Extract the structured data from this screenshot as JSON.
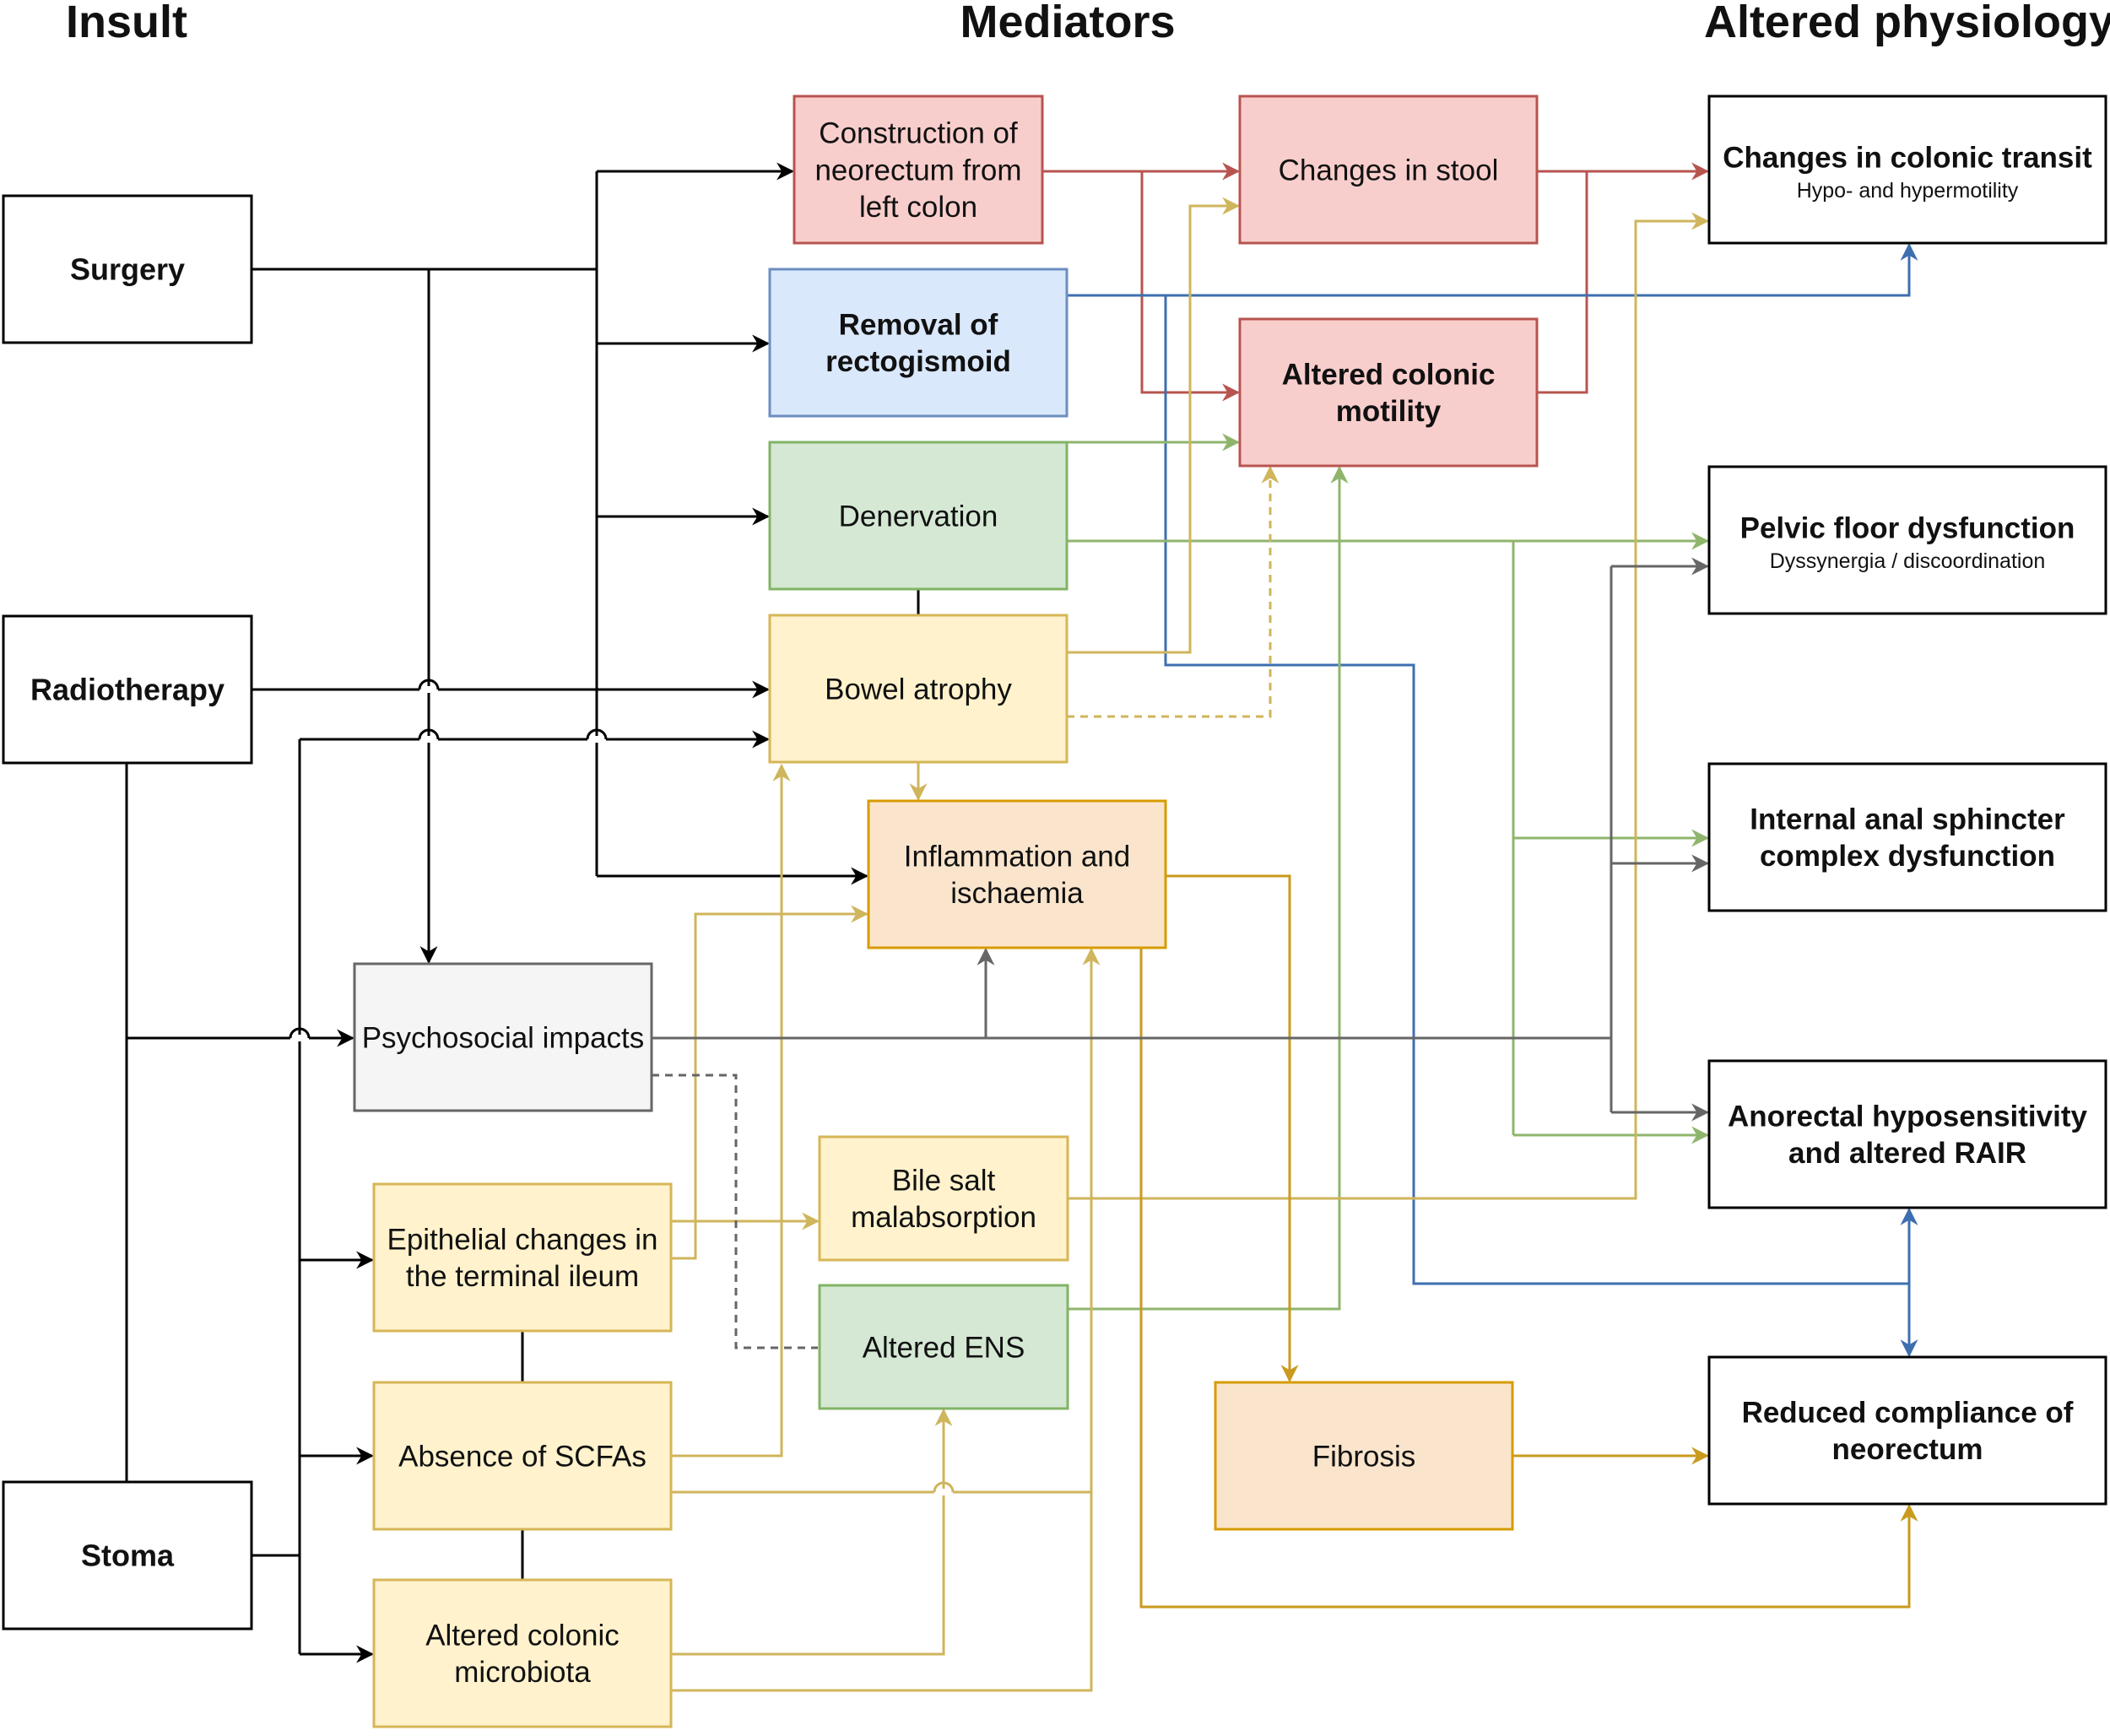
{
  "headers": {
    "insult": "Insult",
    "mediators": "Mediators",
    "altered_physiology": "Altered physiology"
  },
  "nodes": {
    "surgery": {
      "lines": [
        "Surgery"
      ]
    },
    "radiotherapy": {
      "lines": [
        "Radiotherapy"
      ]
    },
    "stoma": {
      "lines": [
        "Stoma"
      ]
    },
    "construction": {
      "lines": [
        "Construction of",
        "neorectum from",
        "left colon"
      ]
    },
    "removal": {
      "lines": [
        "Removal of",
        "rectogismoid"
      ]
    },
    "denervation": {
      "lines": [
        "Denervation"
      ]
    },
    "bowel_atrophy": {
      "lines": [
        "Bowel atrophy"
      ]
    },
    "inflammation": {
      "lines": [
        "Inflammation and",
        "ischaemia"
      ]
    },
    "psychosocial": {
      "lines": [
        "Psychosocial impacts"
      ]
    },
    "epithelial": {
      "lines": [
        "Epithelial changes in",
        "the terminal ileum"
      ]
    },
    "bile_salt": {
      "lines": [
        "Bile salt",
        "malabsorption"
      ]
    },
    "altered_ens": {
      "lines": [
        "Altered ENS"
      ]
    },
    "absence_scfas": {
      "lines": [
        "Absence of SCFAs"
      ]
    },
    "microbiota": {
      "lines": [
        "Altered colonic",
        "microbiota"
      ]
    },
    "fibrosis": {
      "lines": [
        "Fibrosis"
      ]
    },
    "changes_stool": {
      "lines": [
        "Changes in stool"
      ]
    },
    "altered_motility": {
      "lines": [
        "Altered colonic",
        "motility"
      ]
    },
    "colonic_transit": {
      "lines": [
        "Changes in colonic transit"
      ],
      "subtitle": "Hypo- and hypermotility"
    },
    "pelvic_floor": {
      "lines": [
        "Pelvic floor dysfunction"
      ],
      "subtitle": "Dyssynergia / discoordination"
    },
    "internal_anal": {
      "lines": [
        "Internal anal sphincter",
        "complex dysfunction"
      ]
    },
    "anorectal": {
      "lines": [
        "Anorectal hyposensitivity",
        "and altered RAIR"
      ]
    },
    "reduced_compliance": {
      "lines": [
        "Reduced compliance of",
        "neorectum"
      ]
    }
  },
  "colors": {
    "black": "#000000",
    "red_stroke": "#b85450",
    "red_fill": "#f8cecc",
    "blue_stroke": "#6c8ebf",
    "blue_fill": "#dae8fc",
    "blue_line": "#3d6fb0",
    "green_stroke": "#82b366",
    "green_fill": "#d5e8d4",
    "green_line": "#8fb56c",
    "yellow_stroke": "#d6b656",
    "yellow_fill": "#fff2cc",
    "yellow_line": "#cfb55b",
    "orange_stroke": "#d79b00",
    "orange_fill": "#fae5cc",
    "orange_line": "#c99a1e",
    "grey_stroke": "#666666",
    "grey_fill": "#f5f5f5",
    "grey_line": "#666666"
  }
}
